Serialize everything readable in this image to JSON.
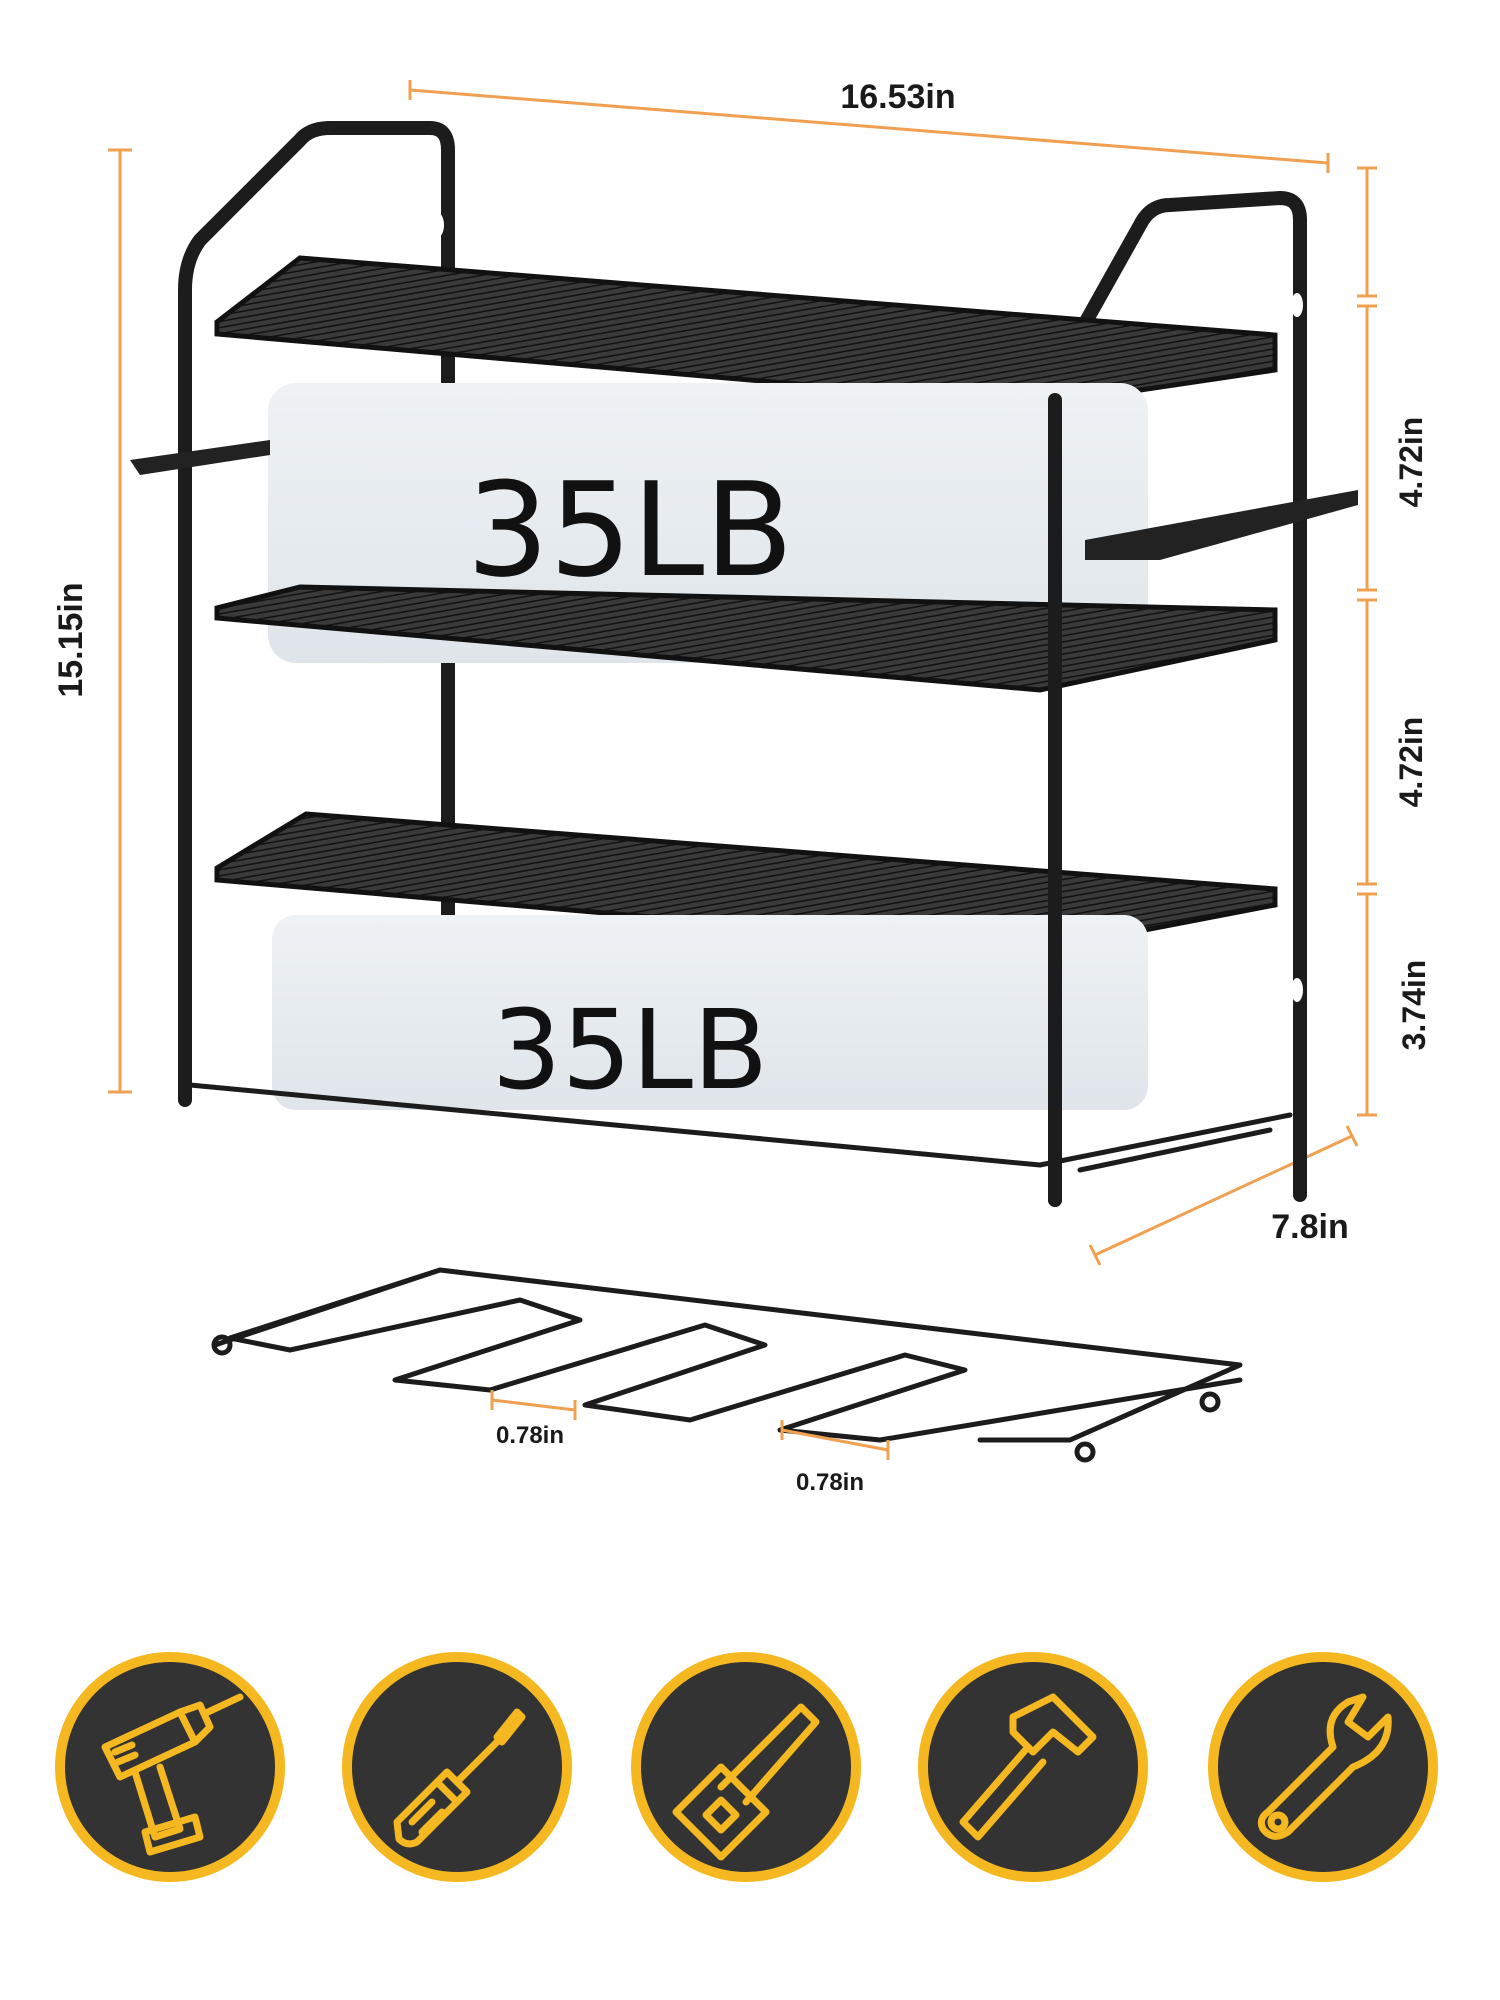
{
  "dimensions": {
    "width": "16.53in",
    "height": "15.15in",
    "depth": "7.8in",
    "tier_top": "4.72in",
    "tier_middle": "4.72in",
    "tier_bottom": "3.74in",
    "slot_gap_1": "0.78in",
    "slot_gap_2": "0.78in"
  },
  "load": {
    "upper_box": "35LB",
    "lower_box": "35LB"
  },
  "colors": {
    "dimension_line": "#f0a050",
    "icon_ring": "#f5b820",
    "icon_fill": "#333333",
    "frame": "#1c1c1c"
  },
  "icons": [
    "drill-icon",
    "screwdriver-icon",
    "saw-icon",
    "hammer-icon",
    "wrench-icon"
  ]
}
